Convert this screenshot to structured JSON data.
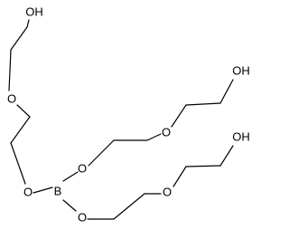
{
  "molecule": {
    "atom_labels": {
      "b_center": "B",
      "o_left": "O",
      "o_upper": "O",
      "o_lower": "O",
      "ether_left": "O",
      "ether_upper": "O",
      "ether_lower": "O",
      "hydroxyl_left": "OH",
      "hydroxyl_upper": "OH",
      "hydroxyl_lower": "OH"
    }
  }
}
